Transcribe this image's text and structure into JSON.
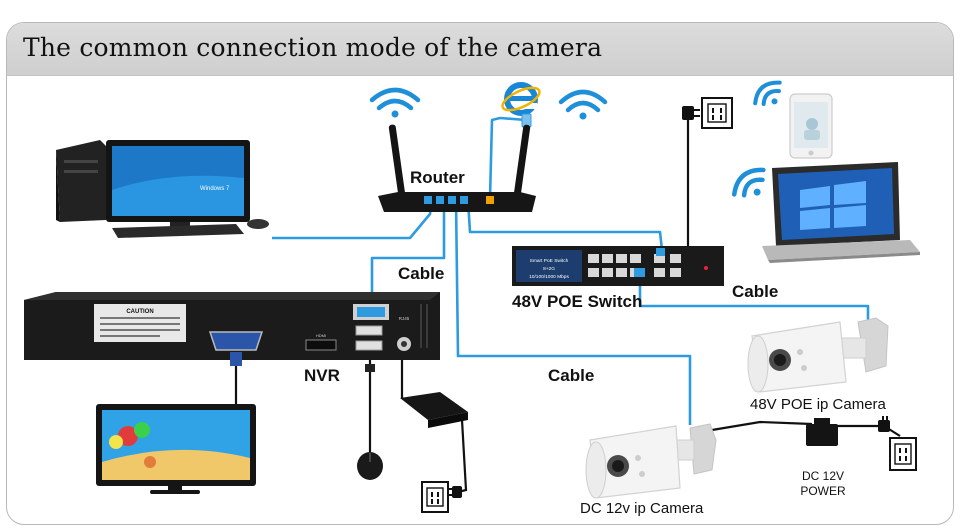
{
  "title": "The common connection mode of the camera",
  "labels": {
    "router": "Router",
    "cable_top": "Cable",
    "poe_switch": "48V POE Switch",
    "cable_right": "Cable",
    "nvr": "NVR",
    "cable_middle": "Cable",
    "poe_camera": "48V POE  ip Camera",
    "dc_power_line1": "DC 12V",
    "dc_power_line2": "POWER",
    "dc_camera": "DC 12v ip Camera"
  },
  "device_text": {
    "switch_panel_line1": "Smart PoE Switch",
    "switch_panel_line2": "8+2G",
    "switch_panel_line3": "10/100/1000 Mbps",
    "nvr_caution": "CAUTION",
    "nvr_hdmi": "HDMI",
    "nvr_port": "RJ45",
    "monitor_brand": "Windows 7"
  },
  "colors": {
    "cable": "#2e9be0",
    "title_bar": "#d6d6d6",
    "device_dark": "#1b1b1b",
    "switch_blue": "#1d3d6e"
  },
  "icons": [
    "wifi-icon",
    "internet-explorer-icon",
    "power-outlet-icon",
    "power-plug-icon",
    "rj45-plug-icon"
  ]
}
